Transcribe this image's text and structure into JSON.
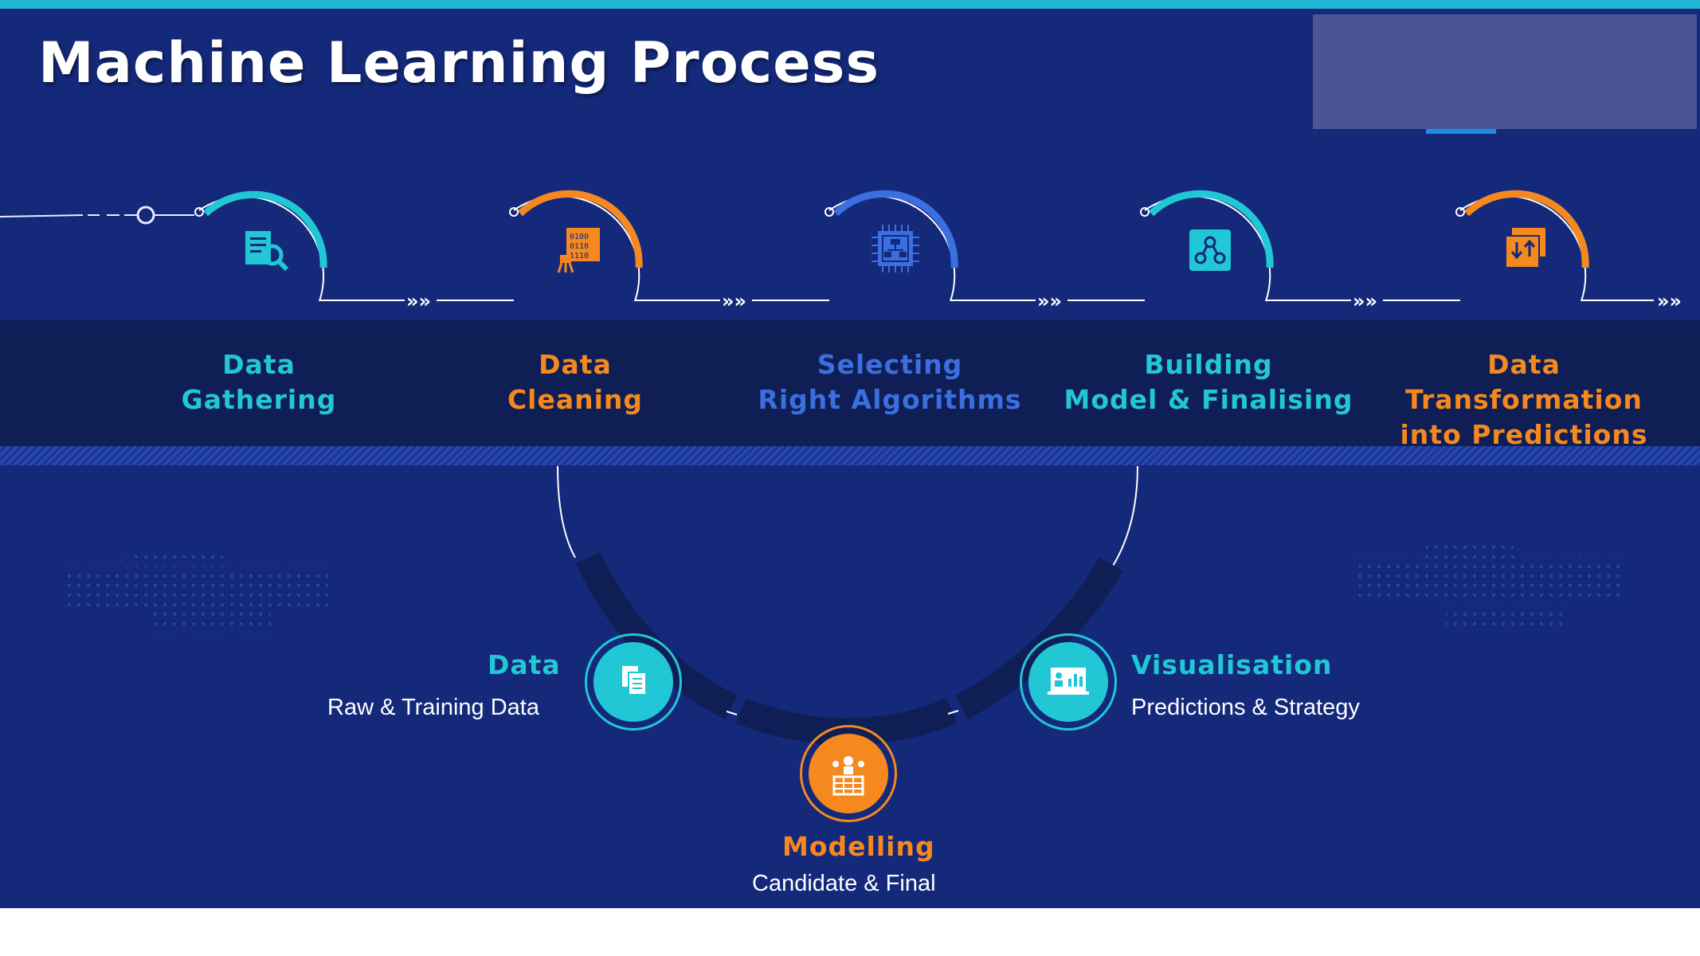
{
  "title": "Machine Learning Process",
  "colors": {
    "background": "#14297a",
    "band": "#0f1f55",
    "teal": "#22c7d6",
    "orange": "#f5891f",
    "blue": "#3b6fe0",
    "white": "#ffffff"
  },
  "steps": [
    {
      "line1": "Data",
      "line2": "Gathering",
      "color": "teal",
      "icon": "data-search-icon"
    },
    {
      "line1": "Data",
      "line2": "Cleaning",
      "color": "orange",
      "icon": "binary-cleaning-icon"
    },
    {
      "line1": "Selecting",
      "line2": "Right Algorithms",
      "color": "blue",
      "icon": "algorithm-chip-icon"
    },
    {
      "line1": "Building",
      "line2": "Model & Finalising",
      "color": "teal",
      "icon": "network-model-icon"
    },
    {
      "line1": "Data Transformation",
      "line2": "into Predictions",
      "color": "orange",
      "icon": "transform-icon"
    }
  ],
  "cycle": {
    "data": {
      "title": "Data",
      "description": "Raw & Training Data",
      "icon": "documents-icon"
    },
    "modelling": {
      "title": "Modelling",
      "description": "Candidate & Final",
      "icon": "team-building-icon"
    },
    "visualisation": {
      "title": "Visualisation",
      "description": "Predictions & Strategy",
      "icon": "presentation-icon"
    }
  }
}
